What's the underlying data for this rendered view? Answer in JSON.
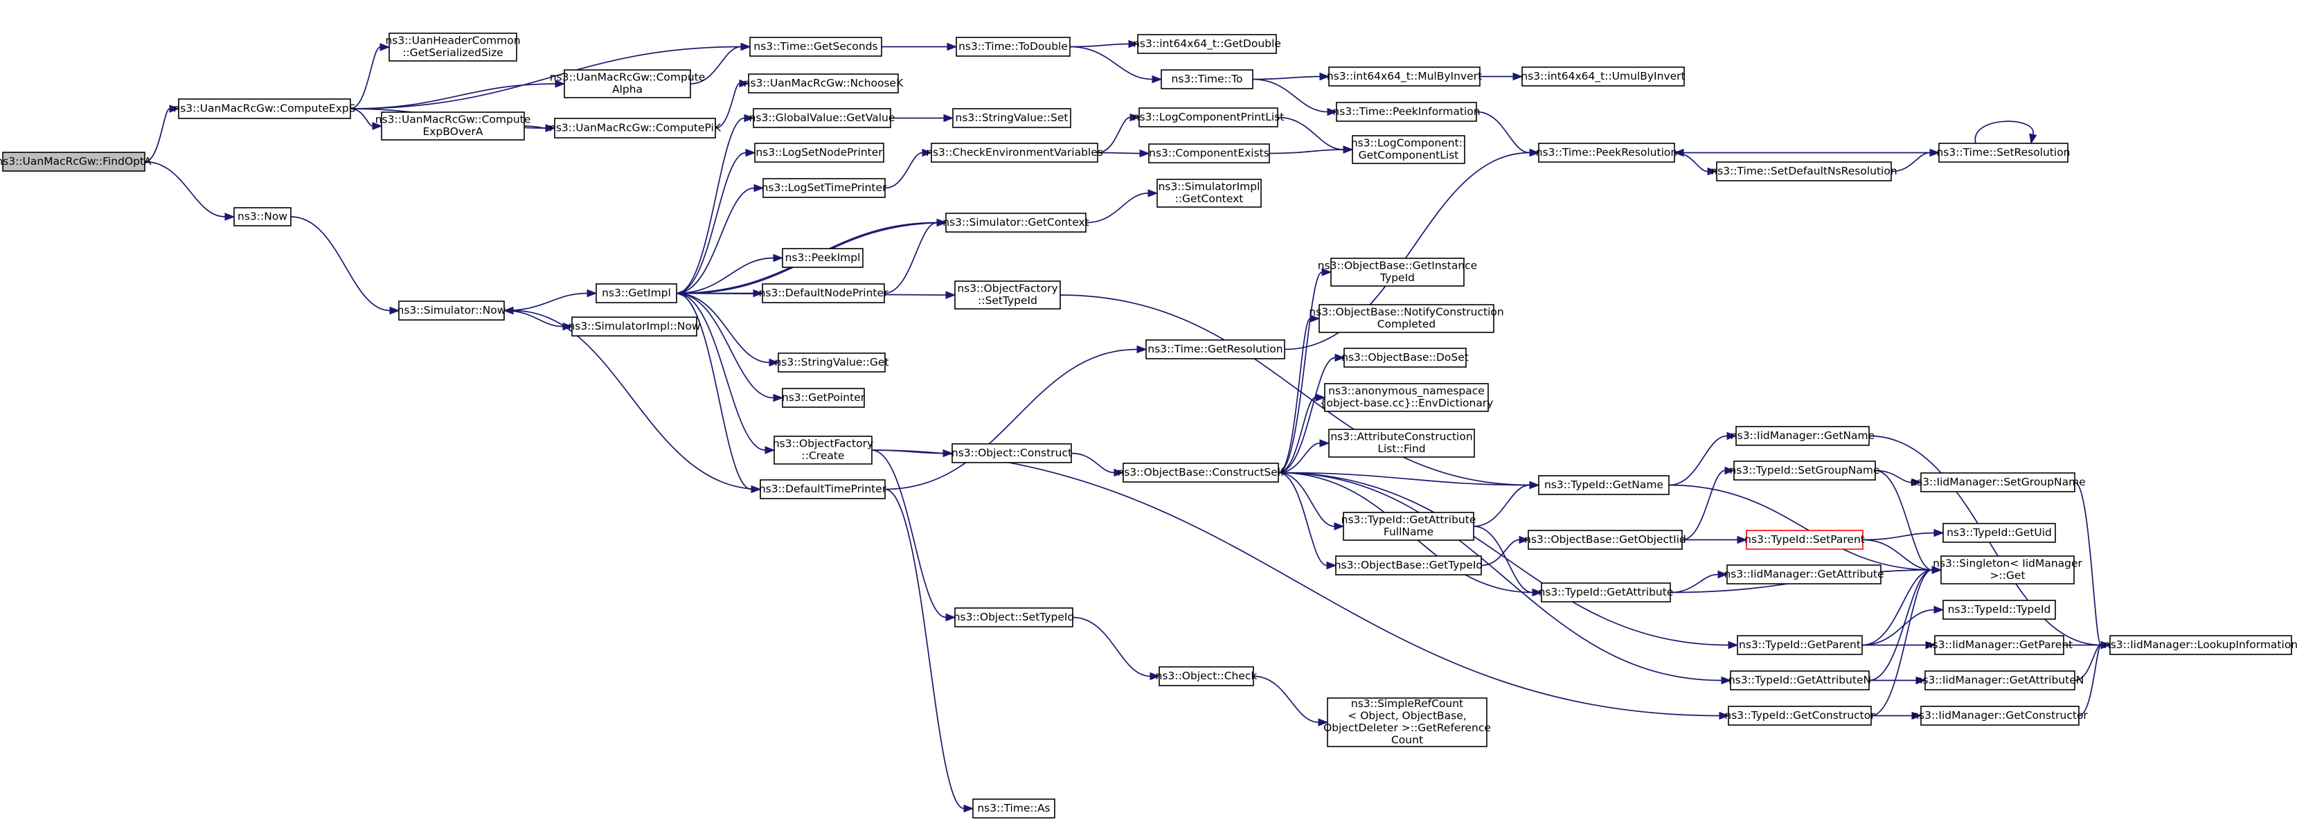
{
  "graph": {
    "nodes": [
      {
        "id": "findopta",
        "lines": [
          "ns3::UanMacRcGw::FindOptA"
        ],
        "root": true
      },
      {
        "id": "computeexps",
        "lines": [
          "ns3::UanMacRcGw::ComputeExpS"
        ]
      },
      {
        "id": "now",
        "lines": [
          "ns3::Now"
        ]
      },
      {
        "id": "headercommon",
        "lines": [
          "ns3::UanHeaderCommon",
          "::GetSerializedSize"
        ]
      },
      {
        "id": "computealpha",
        "lines": [
          "ns3::UanMacRcGw::Compute",
          "Alpha"
        ]
      },
      {
        "id": "computeexpbovera",
        "lines": [
          "ns3::UanMacRcGw::Compute",
          "ExpBOverA"
        ]
      },
      {
        "id": "computepik",
        "lines": [
          "ns3::UanMacRcGw::ComputePiK"
        ]
      },
      {
        "id": "nchoosek",
        "lines": [
          "ns3::UanMacRcGw::NchooseK"
        ]
      },
      {
        "id": "getseconds",
        "lines": [
          "ns3::Time::GetSeconds"
        ]
      },
      {
        "id": "todouble",
        "lines": [
          "ns3::Time::ToDouble"
        ]
      },
      {
        "id": "int64getdouble",
        "lines": [
          "ns3::int64x64_t::GetDouble"
        ]
      },
      {
        "id": "timeto",
        "lines": [
          "ns3::Time::To"
        ]
      },
      {
        "id": "mulbyinvert",
        "lines": [
          "ns3::int64x64_t::MulByInvert"
        ]
      },
      {
        "id": "umulbyinvert",
        "lines": [
          "ns3::int64x64_t::UmulByInvert"
        ]
      },
      {
        "id": "peekinformation",
        "lines": [
          "ns3::Time::PeekInformation"
        ]
      },
      {
        "id": "peekresolution",
        "lines": [
          "ns3::Time::PeekResolution"
        ]
      },
      {
        "id": "setdefaultns",
        "lines": [
          "ns3::Time::SetDefaultNsResolution"
        ]
      },
      {
        "id": "setresolution",
        "lines": [
          "ns3::Time::SetResolution"
        ]
      },
      {
        "id": "simulatornow",
        "lines": [
          "ns3::Simulator::Now"
        ]
      },
      {
        "id": "getimpl",
        "lines": [
          "ns3::GetImpl"
        ]
      },
      {
        "id": "simimplnow",
        "lines": [
          "ns3::SimulatorImpl::Now"
        ]
      },
      {
        "id": "globalvalueget",
        "lines": [
          "ns3::GlobalValue::GetValue"
        ]
      },
      {
        "id": "stringvalueset",
        "lines": [
          "ns3::StringValue::Set"
        ]
      },
      {
        "id": "logsetnodeprinter",
        "lines": [
          "ns3::LogSetNodePrinter"
        ]
      },
      {
        "id": "logsettimeprinter",
        "lines": [
          "ns3::LogSetTimePrinter"
        ]
      },
      {
        "id": "checkenv",
        "lines": [
          "ns3::CheckEnvironmentVariables"
        ]
      },
      {
        "id": "logcomponentprintlist",
        "lines": [
          "ns3::LogComponentPrintList"
        ]
      },
      {
        "id": "componentexists",
        "lines": [
          "ns3::ComponentExists"
        ]
      },
      {
        "id": "getcomponentlist",
        "lines": [
          "ns3::LogComponent::",
          "GetComponentList"
        ]
      },
      {
        "id": "simgetcontext",
        "lines": [
          "ns3::Simulator::GetContext"
        ]
      },
      {
        "id": "simimplgetcontext",
        "lines": [
          "ns3::SimulatorImpl",
          "::GetContext"
        ]
      },
      {
        "id": "peekimpl",
        "lines": [
          "ns3::PeekImpl"
        ]
      },
      {
        "id": "defaultnodeprinter",
        "lines": [
          "ns3::DefaultNodePrinter"
        ]
      },
      {
        "id": "objfactorysettypeid",
        "lines": [
          "ns3::ObjectFactory",
          "::SetTypeId"
        ]
      },
      {
        "id": "stringvalueget",
        "lines": [
          "ns3::StringValue::Get"
        ]
      },
      {
        "id": "getpointer",
        "lines": [
          "ns3::GetPointer"
        ]
      },
      {
        "id": "objfactorycreate",
        "lines": [
          "ns3::ObjectFactory",
          "::Create"
        ]
      },
      {
        "id": "defaulttimeprinter",
        "lines": [
          "ns3::DefaultTimePrinter"
        ]
      },
      {
        "id": "getresolution",
        "lines": [
          "ns3::Time::GetResolution"
        ]
      },
      {
        "id": "objectconstruct",
        "lines": [
          "ns3::Object::Construct"
        ]
      },
      {
        "id": "constructself",
        "lines": [
          "ns3::ObjectBase::ConstructSelf"
        ]
      },
      {
        "id": "getinstancetypeid",
        "lines": [
          "ns3::ObjectBase::GetInstance",
          "TypeId"
        ]
      },
      {
        "id": "notifyconstruction",
        "lines": [
          "ns3::ObjectBase::NotifyConstruction",
          "Completed"
        ]
      },
      {
        "id": "doset",
        "lines": [
          "ns3::ObjectBase::DoSet"
        ]
      },
      {
        "id": "envdictionary",
        "lines": [
          "ns3::anonymous_namespace",
          "{object-base.cc}::EnvDictionary"
        ]
      },
      {
        "id": "attrconstructionfind",
        "lines": [
          "ns3::AttributeConstruction",
          "List::Find"
        ]
      },
      {
        "id": "typeidgetname",
        "lines": [
          "ns3::TypeId::GetName"
        ]
      },
      {
        "id": "getattributefullname",
        "lines": [
          "ns3::TypeId::GetAttribute",
          "FullName"
        ]
      },
      {
        "id": "objbasegettypeid",
        "lines": [
          "ns3::ObjectBase::GetTypeId"
        ]
      },
      {
        "id": "getobjectiid",
        "lines": [
          "ns3::ObjectBase::GetObjectIid"
        ]
      },
      {
        "id": "typeidgetattribute",
        "lines": [
          "ns3::TypeId::GetAttribute"
        ]
      },
      {
        "id": "objsettypeid",
        "lines": [
          "ns3::Object::SetTypeId"
        ]
      },
      {
        "id": "objectcheck",
        "lines": [
          "ns3::Object::Check"
        ]
      },
      {
        "id": "simplerefcount",
        "lines": [
          "ns3::SimpleRefCount",
          "< Object, ObjectBase,",
          "ObjectDeleter >::GetReference",
          "Count"
        ]
      },
      {
        "id": "timeas",
        "lines": [
          "ns3::Time::As"
        ]
      },
      {
        "id": "iidgetname",
        "lines": [
          "ns3::IidManager::GetName"
        ]
      },
      {
        "id": "setgroupname",
        "lines": [
          "ns3::TypeId::SetGroupName"
        ]
      },
      {
        "id": "iidsetgroupname",
        "lines": [
          "ns3::IidManager::SetGroupName"
        ]
      },
      {
        "id": "setparent",
        "lines": [
          "ns3::TypeId::SetParent"
        ],
        "red": true
      },
      {
        "id": "getuid",
        "lines": [
          "ns3::TypeId::GetUid"
        ]
      },
      {
        "id": "singletonget",
        "lines": [
          "ns3::Singleton< IidManager",
          ">::Get"
        ]
      },
      {
        "id": "iidgetattribute",
        "lines": [
          "ns3::IidManager::GetAttribute"
        ]
      },
      {
        "id": "typeidtypeid",
        "lines": [
          "ns3::TypeId::TypeId"
        ]
      },
      {
        "id": "typeidgetparent",
        "lines": [
          "ns3::TypeId::GetParent"
        ]
      },
      {
        "id": "iidgetparent",
        "lines": [
          "ns3::IidManager::GetParent"
        ]
      },
      {
        "id": "lookupinformation",
        "lines": [
          "ns3::IidManager::LookupInformation"
        ]
      },
      {
        "id": "getattributen",
        "lines": [
          "ns3::TypeId::GetAttributeN"
        ]
      },
      {
        "id": "iidgetattributen",
        "lines": [
          "ns3::IidManager::GetAttributeN"
        ]
      },
      {
        "id": "getconstructor",
        "lines": [
          "ns3::TypeId::GetConstructor"
        ]
      },
      {
        "id": "iidgetconstructor",
        "lines": [
          "ns3::IidManager::GetConstructor"
        ]
      }
    ]
  }
}
